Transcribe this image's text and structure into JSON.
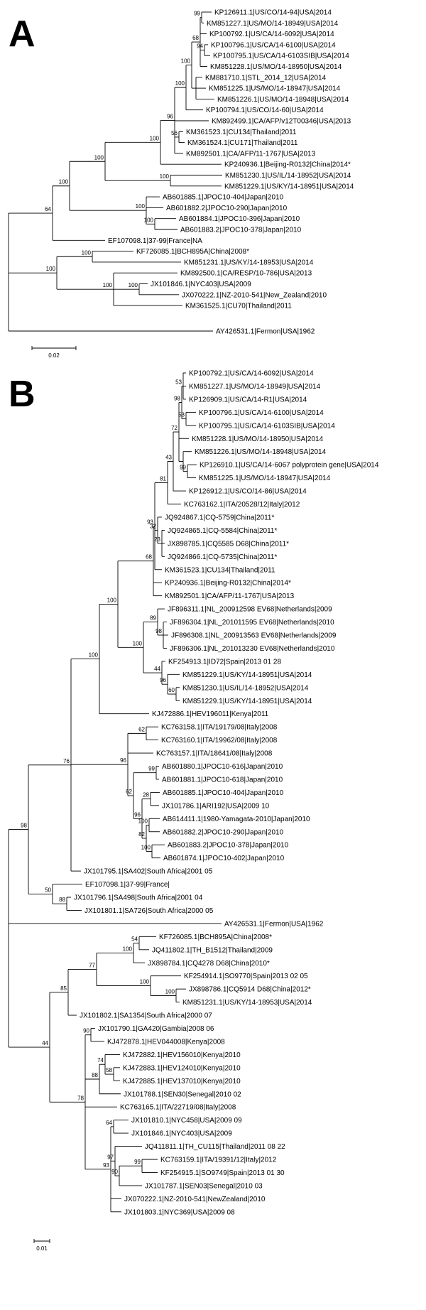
{
  "panels": [
    {
      "id": "A",
      "label": "A",
      "scale_label": "0.02",
      "tips": [
        "KP126911.1|US/CO/14-94|USA|2014",
        "KM851227.1|US/MO/14-18949|USA|2014",
        "KP100792.1|US/CA/14-6092|USA|2014",
        "KP100796.1|US/CA/14-6100|USA|2014",
        "KP100795.1|US/CA/14-6103SIB|USA|2014",
        "KM851228.1|US/MO/14-18950|USA|2014",
        "KM881710.1|STL_2014_12|USA|2014",
        "KM851225.1|US/MO/14-18947|USA|2014",
        "KM851226.1|US/MO/14-18948|USA|2014",
        "KP100794.1|US/CO/14-60|USA|2014",
        "KM892499.1|CA/AFP/v12T00346|USA|2013",
        "KM361523.1|CU134|Thailand|2011",
        "KM361524.1|CU171|Thailand|2011",
        "KM892501.1|CA/AFP/11-1767|USA|2013",
        "KP240936.1|Beijing-R0132|China|2014*",
        "KM851230.1|US/IL/14-18952|USA|2014",
        "KM851229.1|US/KY/14-18951|USA|2014",
        "AB601885.1|JPOC10-404|Japan|2010",
        "AB601882.2|JPOC10-290|Japan|2010",
        "AB601884.1|JPOC10-396|Japan|2010",
        "AB601883.2|JPOC10-378|Japan|2010",
        "EF107098.1|37-99|France|NA",
        "KF726085.1|BCH895A|China|2008*",
        "KM851231.1|US/KY/14-18953|USA|2014",
        "KM892500.1|CA/RESP/10-786|USA|2013",
        "JX101846.1|NYC403|USA|2009",
        "JX070222.1|NZ-2010-541|New_Zealand|2010",
        "KM361525.1|CU70|Thailand|2011",
        "AY426531.1|Fermon|USA|1962"
      ],
      "bootstrap": [
        "94",
        "99",
        "68",
        "100",
        "100",
        "56",
        "96",
        "100",
        "100",
        "100",
        "100",
        "100",
        "100",
        "64",
        "100",
        "100",
        "100",
        "100"
      ]
    },
    {
      "id": "B",
      "label": "B",
      "scale_label": "0.01",
      "tips": [
        "KP100792.1|US/CA/14-6092|USA|2014",
        "KM851227.1|US/MO/14-18949|USA|2014",
        "KP126909.1|US/CA/14-R1|USA|2014",
        "KP100796.1|US/CA/14-6100|USA|2014",
        "KP100795.1|US/CA/14-6103SIB|USA|2014",
        "KM851228.1|US/MO/14-18950|USA|2014",
        "KM851226.1|US/MO/14-18948|USA|2014",
        "KP126910.1|US/CA/14-6067 polyprotein gene|USA|2014",
        "KM851225.1|US/MO/14-18947|USA|2014",
        "KP126912.1|US/CO/14-86|USA|2014",
        "KC763162.1|ITA/20528/12|Italy|2012",
        "JQ924867.1|CQ-5759|China|2011*",
        "JQ924865.1|CQ-5584|China|2011*",
        "JX898785.1|CQ5585 D68|China|2011*",
        "JQ924866.1|CQ-5735|China|2011*",
        "KM361523.1|CU134|Thailand|2011",
        "KP240936.1|Beijing-R0132|China|2014*",
        "KM892501.1|CA/AFP/11-1767|USA|2013",
        "JF896311.1|NL_200912598 EV68|Netherlands|2009",
        "JF896304.1|NL_201011595 EV68|Netherlands|2010",
        "JF896308.1|NL_200913563 EV68|Netherlands|2009",
        "JF896306.1|NL_201013230 EV68|Netherlands|2010",
        "KF254913.1|ID72|Spain|2013 01 28",
        "KM851229.1|US/KY/14-18951|USA|2014",
        "KM851230.1|US/IL/14-18952|USA|2014",
        "KM851229.1|US/KY/14-18951|USA|2014",
        "KJ472886.1|HEV196011|Kenya|2011",
        "KC763158.1|ITA/19179/08|Italy|2008",
        "KC763160.1|ITA/19962/08|Italy|2008",
        "KC763157.1|ITA/18641/08|Italy|2008",
        "AB601880.1|JPOC10-616|Japan|2010",
        "AB601881.1|JPOC10-618|Japan|2010",
        "AB601885.1|JPOC10-404|Japan|2010",
        "JX101786.1|ARI192|USA|2009 10",
        "AB614411.1|1980-Yamagata-2010|Japan|2010",
        "AB601882.2|JPOC10-290|Japan|2010",
        "AB601883.2|JPOC10-378|Japan|2010",
        "AB601874.1|JPOC10-402|Japan|2010",
        "JX101795.1|SA402|South Africa|2001 05",
        "EF107098.1|37-99|France|",
        "JX101796.1|SA498|South Africa|2001 04",
        "JX101801.1|SA726|South Africa|2000 05",
        "AY426531.1|Fermon|USA|1962",
        "KF726085.1|BCH895A|China|2008*",
        "JQ411802.1|TH_B1512|Thailand|2009",
        "JX898784.1|CQ4278 D68|China|2010*",
        "KF254914.1|SO9770|Spain|2013 02 05",
        "JX898786.1|CQ5914 D68|China|2012*",
        "KM851231.1|US/KY/14-18953|USA|2014",
        "JX101802.1|SA1354|South Africa|2000 07",
        "JX101790.1|GA420|Gambia|2008 06",
        "KJ472878.1|HEV044008|Kenya|2008",
        "KJ472882.1|HEV156010|Kenya|2010",
        "KJ472883.1|HEV124010|Kenya|2010",
        "KJ472885.1|HEV137010|Kenya|2010",
        "JX101788.1|SEN30|Senegal|2010 02",
        "KC763165.1|ITA/22719/08|Italy|2008",
        "JX101810.1|NYC458|USA|2009 09",
        "JX101846.1|NYC403|USA|2009",
        "JQ411811.1|TH_CU115|Thailand|2011 08 22",
        "KC763159.1|ITA/19391/12|Italy|2012",
        "KF254915.1|SO9749|Spain|2013 01 30",
        "JX101787.1|SEN03|Senegal|2010 03",
        "JX070222.1|NZ-2010-541|NewZealand|2010",
        "JX101803.1|NYC369|USA|2009 08"
      ],
      "bootstrap": [
        "53",
        "53",
        "98",
        "99",
        "72",
        "43",
        "81",
        "23",
        "32",
        "93",
        "68",
        "98",
        "89",
        "60",
        "96",
        "44",
        "100",
        "100",
        "100",
        "62",
        "99",
        "100",
        "100",
        "82",
        "28",
        "96",
        "62",
        "96",
        "76",
        "88",
        "50",
        "98",
        "54",
        "100",
        "100",
        "100",
        "77",
        "85",
        "90",
        "58",
        "74",
        "88",
        "64",
        "99",
        "90",
        "97",
        "93",
        "78",
        "44"
      ]
    }
  ]
}
